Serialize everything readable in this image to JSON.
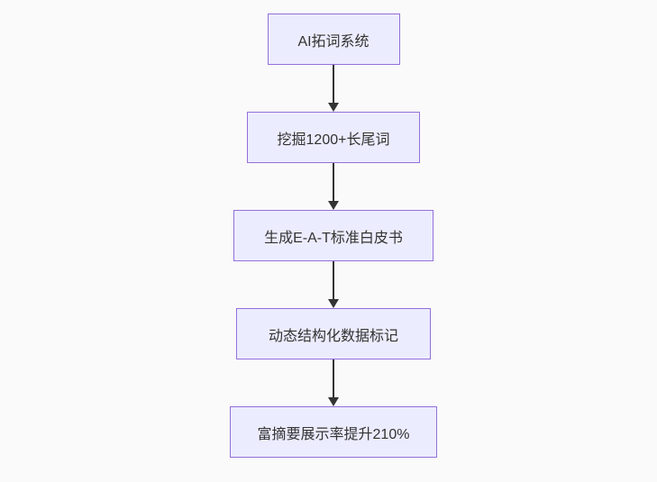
{
  "diagram": {
    "type": "flowchart",
    "direction": "top-down",
    "nodes": [
      {
        "id": "A",
        "label": "AI拓词系统"
      },
      {
        "id": "B",
        "label": "挖掘1200+长尾词"
      },
      {
        "id": "C",
        "label": "生成E-A-T标准白皮书"
      },
      {
        "id": "D",
        "label": "动态结构化数据标记"
      },
      {
        "id": "E",
        "label": "富摘要展示率提升210%"
      }
    ],
    "edges": [
      {
        "from": "A",
        "to": "B"
      },
      {
        "from": "B",
        "to": "C"
      },
      {
        "from": "C",
        "to": "D"
      },
      {
        "from": "D",
        "to": "E"
      }
    ],
    "colors": {
      "background": "#fafafa",
      "node_fill": "#ECECFF",
      "node_border": "#9370DB",
      "arrow": "#333333",
      "text": "#333333"
    }
  }
}
